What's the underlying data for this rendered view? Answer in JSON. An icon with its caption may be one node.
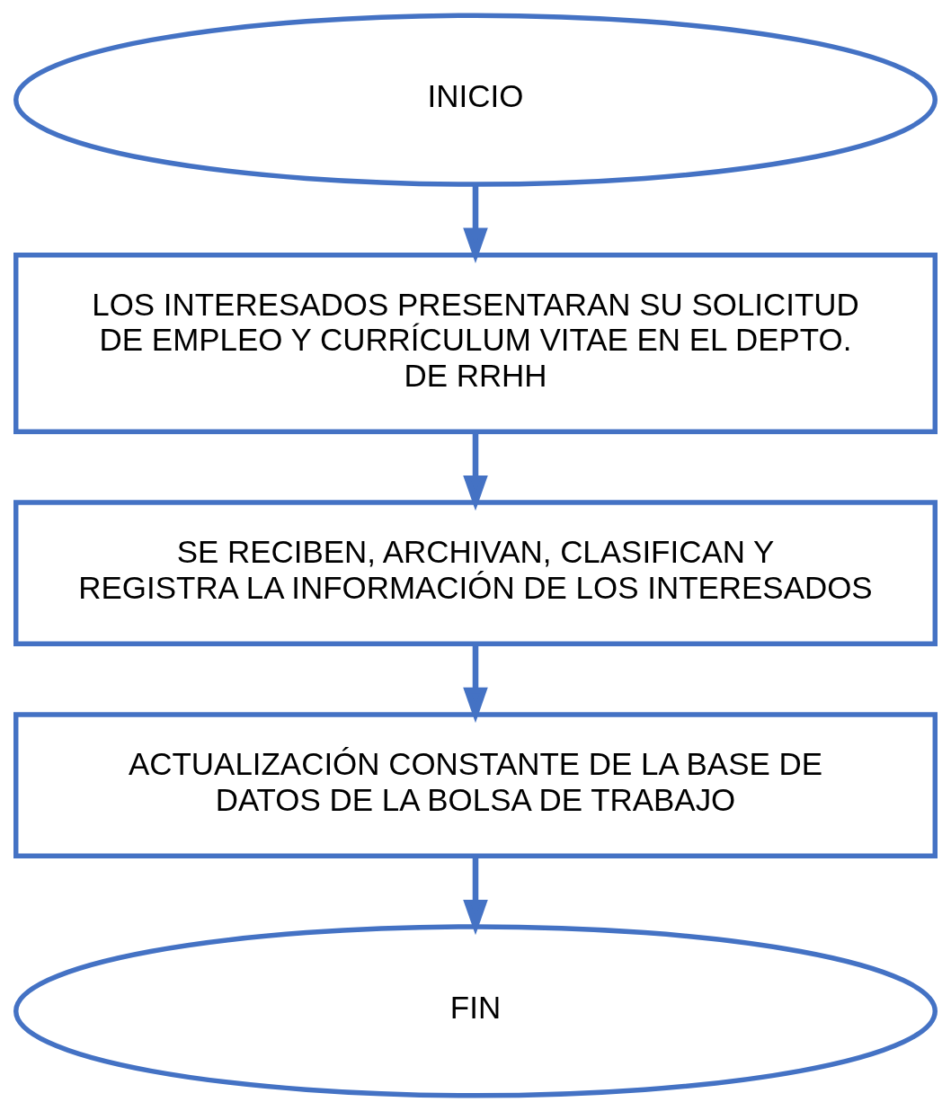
{
  "diagram": {
    "nodes": [
      {
        "text": [
          "INICIO"
        ]
      },
      {
        "text": [
          "LOS INTERESADOS PRESENTARAN SU SOLICITUD DE EMPLEO Y CURRÍCULUM VITAE EN EL DEPTO. DE RRHH"
        ]
      },
      {
        "text": [
          "SE RECIBEN, ARCHIVAN, CLASIFICAN Y REGISTRA LA INFORMACIÓN DE LOS INTERESADOS"
        ]
      },
      {
        "text": [
          "ACTUALIZACIÓN CONSTANTE DE LA BASE DE DATOS DE LA BOLSA DE TRABAJO"
        ]
      },
      {
        "text": [
          "FIN"
        ]
      }
    ],
    "edges": [
      {
        "from": 0,
        "to": 1,
        "arrow": "to"
      },
      {
        "from": 1,
        "to": 2,
        "arrow": "to"
      },
      {
        "from": 2,
        "to": 3,
        "arrow": "to"
      },
      {
        "from": 3,
        "to": 4,
        "arrow": "to"
      }
    ]
  }
}
